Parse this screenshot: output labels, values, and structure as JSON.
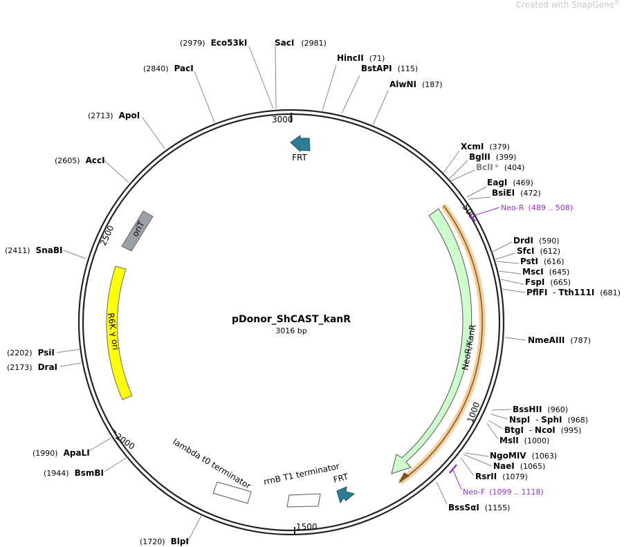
{
  "watermark": {
    "prefix": "Created with ",
    "brand": "SnapGene",
    "mark": "®"
  },
  "plasmid": {
    "name": "pDonor_ShCAST_kanR",
    "length_bp": 3016,
    "length_label": "3016 bp"
  },
  "colors": {
    "backbone": "#222222",
    "oriT": "#9aa0a6",
    "R6K": "#ffff00",
    "NeoR": "#ccffcc",
    "NeoR_highlight": "#f5c48a",
    "FRT": "#2e7d96",
    "primer": "#9933cc",
    "terminator": "#ffffff",
    "bcl_text": "#808080"
  },
  "ticks": [
    "500",
    "1000",
    "1500",
    "2000",
    "2500",
    "3000"
  ],
  "features": [
    {
      "name": "FRT",
      "kind": "arrow_small"
    },
    {
      "name": "FRT",
      "kind": "arrow_small"
    },
    {
      "name": "NeoR/KanR",
      "kind": "arrow"
    },
    {
      "name": "R6K γ ori",
      "kind": "box"
    },
    {
      "name": "oriT",
      "kind": "box"
    },
    {
      "name": "lambda t0 terminator",
      "kind": "terminator"
    },
    {
      "name": "rrnB T1 terminator",
      "kind": "terminator"
    }
  ],
  "primers": [
    {
      "name": "Neo-R",
      "range": "(489 .. 508)"
    },
    {
      "name": "Neo-F",
      "range": "(1099 .. 1118)"
    }
  ],
  "sites": [
    {
      "name": "HincII",
      "pos": "(71)"
    },
    {
      "name": "BstAPI",
      "pos": "(115)"
    },
    {
      "name": "AlwNI",
      "pos": "(187)"
    },
    {
      "name": "XcmI",
      "pos": "(379)"
    },
    {
      "name": "BglII",
      "pos": "(399)"
    },
    {
      "name": "BclI",
      "star": "*",
      "pos": "(404)"
    },
    {
      "name": "EagI",
      "pos": "(469)"
    },
    {
      "name": "BsiEI",
      "pos": "(472)"
    },
    {
      "name": "DrdI",
      "pos": "(590)"
    },
    {
      "name": "SfcI",
      "pos": "(612)"
    },
    {
      "name": "PstI",
      "pos": "(616)"
    },
    {
      "name": "MscI",
      "pos": "(645)"
    },
    {
      "name": "FspI",
      "pos": "(665)"
    },
    {
      "name": "PflFI",
      "name2": "Tth111I",
      "pos": "(681)"
    },
    {
      "name": "NmeAIII",
      "pos": "(787)"
    },
    {
      "name": "BssHII",
      "pos": "(960)"
    },
    {
      "name": "NspI",
      "name2": "SphI",
      "pos": "(968)"
    },
    {
      "name": "BtgI",
      "name2": "NcoI",
      "pos": "(995)"
    },
    {
      "name": "MslI",
      "pos": "(1000)"
    },
    {
      "name": "NgoMIV",
      "pos": "(1063)"
    },
    {
      "name": "NaeI",
      "pos": "(1065)"
    },
    {
      "name": "RsrII",
      "pos": "(1079)"
    },
    {
      "name": "BssSαI",
      "pos": "(1155)"
    },
    {
      "name": "BlpI",
      "pos": "(1720)"
    },
    {
      "name": "BsmBI",
      "pos": "(1944)"
    },
    {
      "name": "ApaLI",
      "pos": "(1990)"
    },
    {
      "name": "DraI",
      "pos": "(2173)"
    },
    {
      "name": "PsiI",
      "pos": "(2202)"
    },
    {
      "name": "SnaBI",
      "pos": "(2411)"
    },
    {
      "name": "AccI",
      "pos": "(2605)"
    },
    {
      "name": "ApoI",
      "pos": "(2713)"
    },
    {
      "name": "PacI",
      "pos": "(2840)"
    },
    {
      "name": "Eco53kI",
      "pos": "(2979)"
    },
    {
      "name": "SacI",
      "pos": "(2981)"
    }
  ]
}
